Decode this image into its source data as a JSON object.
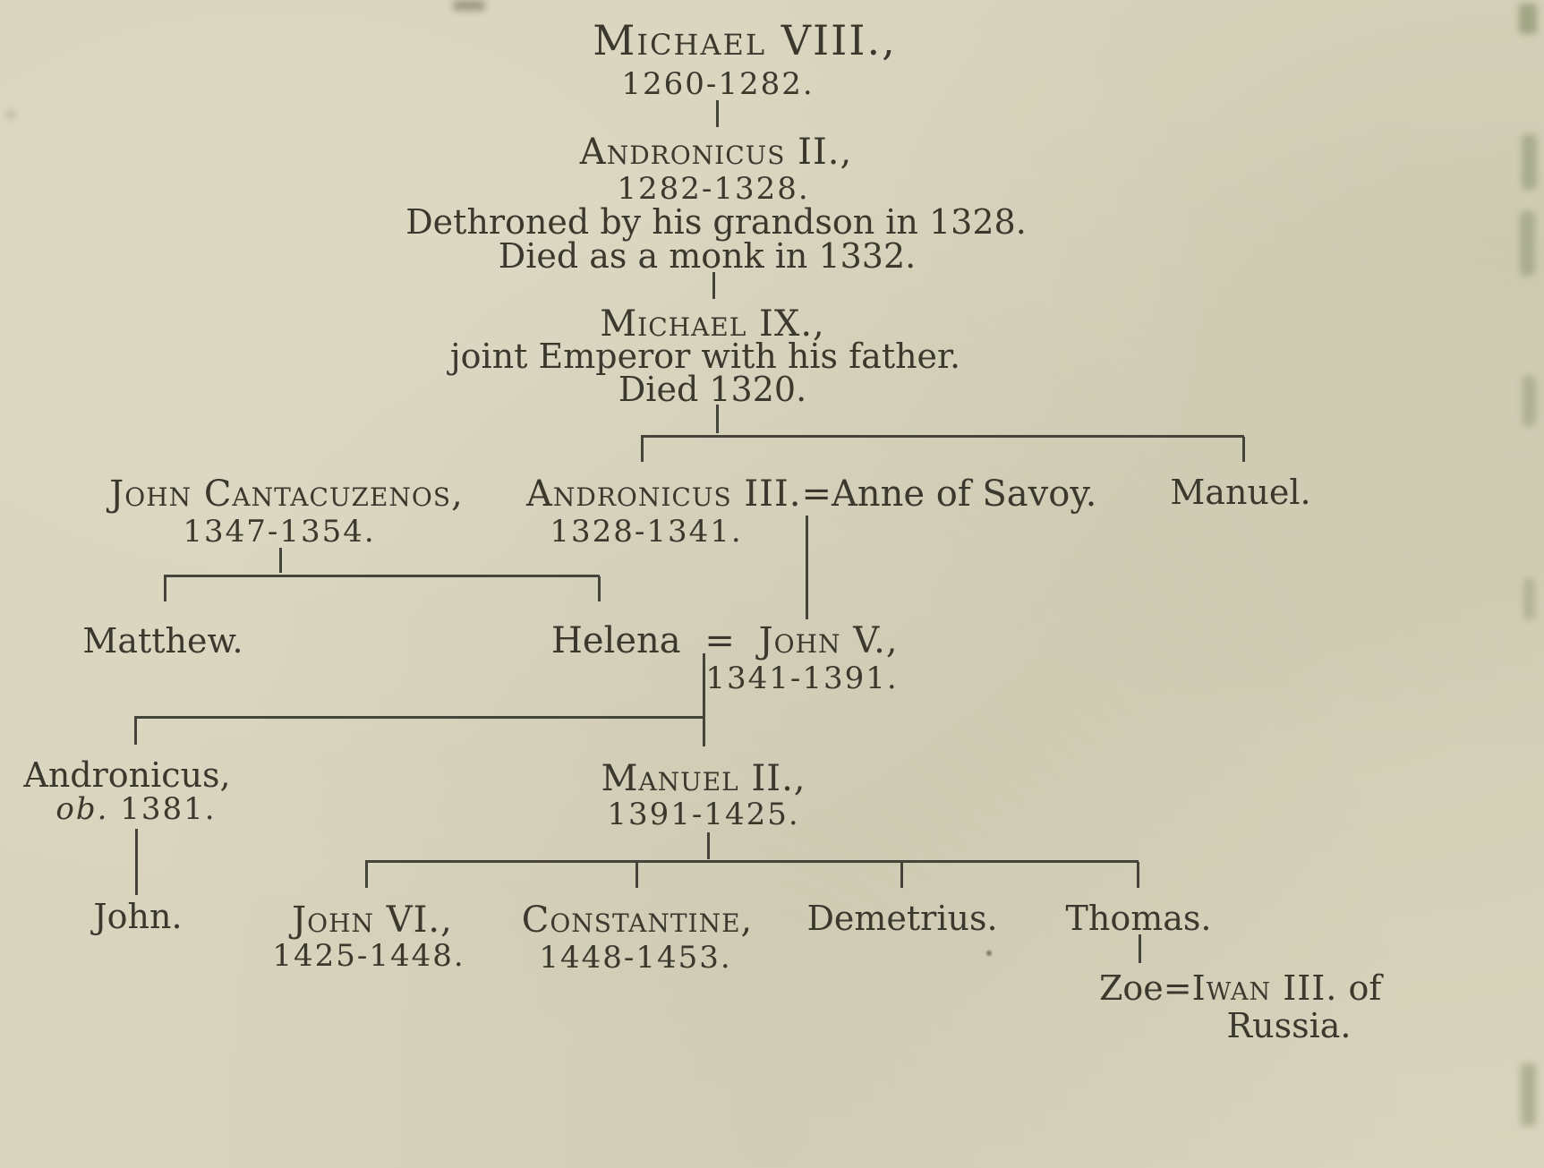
{
  "page": {
    "background": "#d9d4bd",
    "ink": "#3b392e",
    "line_color": "#45443a",
    "description": "Genealogical tree of the Palaeologus dynasty of Byzantine emperors"
  },
  "tree": {
    "michael8": {
      "name": "Michael VIII.,",
      "dates": "1260-1282."
    },
    "andronicus2": {
      "name": "Andronicus II.,",
      "dates": "1282-1328.",
      "note1": "Dethroned by his grandson in 1328.",
      "note2": "Died as a monk in 1332."
    },
    "michael9": {
      "name": "Michael IX.,",
      "note1": "joint Emperor with his father.",
      "note2": "Died 1320."
    },
    "john_cantacuzenos": {
      "name": "John Cantacuzenos,",
      "dates": "1347-1354."
    },
    "andronicus3": {
      "name": "Andronicus III.",
      "spouse": "=Anne of Savoy.",
      "dates": "1328-1341."
    },
    "manuel": {
      "name": "Manuel."
    },
    "matthew": {
      "name": "Matthew."
    },
    "helena": {
      "name": "Helena"
    },
    "john5": {
      "eq": "=",
      "name": "John V.,",
      "dates": "1341-1391."
    },
    "andronicus_younger": {
      "name": "Andronicus,",
      "ob": "ob.",
      "ob_year": "1381."
    },
    "manuel2": {
      "name": "Manuel II.,",
      "dates": "1391-1425."
    },
    "john": {
      "name": "John."
    },
    "john6": {
      "name": "John VI.,",
      "dates": "1425-1448."
    },
    "constantine": {
      "name": "Constantine,",
      "dates": "1448-1453."
    },
    "demetrius": {
      "name": "Demetrius."
    },
    "thomas": {
      "name": "Thomas."
    },
    "zoe": {
      "name": "Zoe=",
      "spouse": "Iwan III.",
      "suffix": "of",
      "line2": "Russia."
    }
  }
}
